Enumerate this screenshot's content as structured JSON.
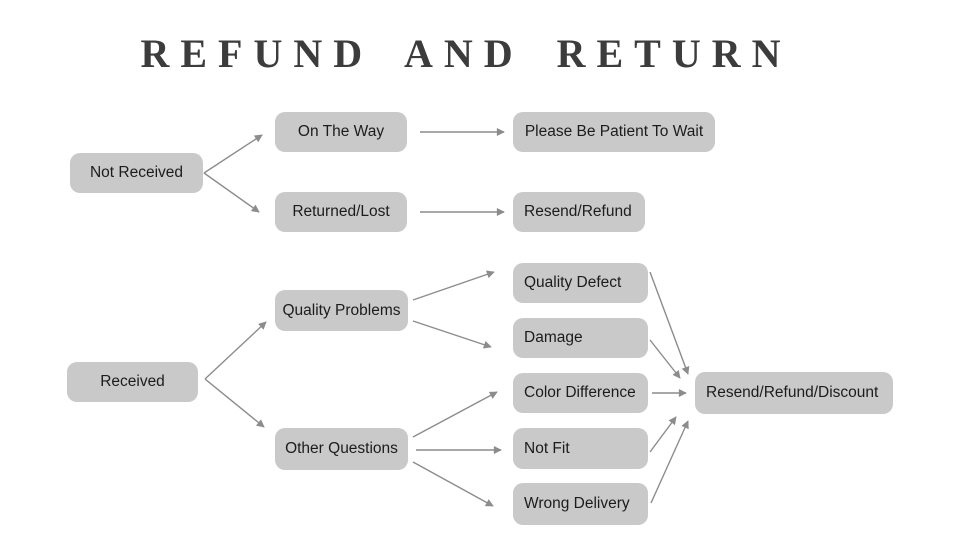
{
  "title": "REFUND AND RETURN",
  "colors": {
    "background": "#ffffff",
    "box_fill": "#c9c9c9",
    "box_text": "#1c1c1c",
    "arrow": "#8c8c8c",
    "title_text": "#3c3c3c"
  },
  "nodes": {
    "not_received": {
      "label": "Not Received"
    },
    "on_the_way": {
      "label": "On The Way"
    },
    "please_wait": {
      "label": "Please Be Patient To Wait"
    },
    "returned_lost": {
      "label": "Returned/Lost"
    },
    "resend_refund": {
      "label": "Resend/Refund"
    },
    "received": {
      "label": "Received"
    },
    "quality_problems": {
      "label": "Quality Problems"
    },
    "other_questions": {
      "label": "Other Questions"
    },
    "quality_defect": {
      "label": "Quality Defect"
    },
    "damage": {
      "label": "Damage"
    },
    "color_difference": {
      "label": "Color Difference"
    },
    "not_fit": {
      "label": "Not Fit"
    },
    "wrong_delivery": {
      "label": "Wrong Delivery"
    },
    "resend_refund_discount": {
      "label": "Resend/Refund/Discount"
    }
  },
  "edges": [
    {
      "from": "Not Received",
      "to": "On The Way"
    },
    {
      "from": "Not Received",
      "to": "Returned/Lost"
    },
    {
      "from": "On The Way",
      "to": "Please Be Patient To Wait"
    },
    {
      "from": "Returned/Lost",
      "to": "Resend/Refund"
    },
    {
      "from": "Received",
      "to": "Quality Problems"
    },
    {
      "from": "Received",
      "to": "Other Questions"
    },
    {
      "from": "Quality Problems",
      "to": "Quality Defect"
    },
    {
      "from": "Quality Problems",
      "to": "Damage"
    },
    {
      "from": "Other Questions",
      "to": "Color Difference"
    },
    {
      "from": "Other Questions",
      "to": "Not Fit"
    },
    {
      "from": "Other Questions",
      "to": "Wrong Delivery"
    },
    {
      "from": "Quality Defect",
      "to": "Resend/Refund/Discount"
    },
    {
      "from": "Damage",
      "to": "Resend/Refund/Discount"
    },
    {
      "from": "Color Difference",
      "to": "Resend/Refund/Discount"
    },
    {
      "from": "Not Fit",
      "to": "Resend/Refund/Discount"
    },
    {
      "from": "Wrong Delivery",
      "to": "Resend/Refund/Discount"
    }
  ]
}
